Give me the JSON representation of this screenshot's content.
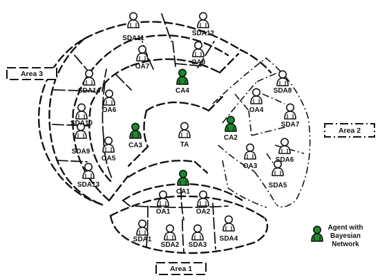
{
  "colors": {
    "agent_plain": "#ffffff",
    "agent_bayesian": "#1e8a2e",
    "stroke": "#111111"
  },
  "center": {
    "label": "TA"
  },
  "areas": [
    {
      "id": "area1",
      "label": "Area 1"
    },
    {
      "id": "area2",
      "label": "Area 2"
    },
    {
      "id": "area3",
      "label": "Area 3"
    }
  ],
  "agents": {
    "ca": [
      {
        "label": "CA1",
        "bayesian": true
      },
      {
        "label": "CA2",
        "bayesian": true
      },
      {
        "label": "CA3",
        "bayesian": true
      },
      {
        "label": "CA4",
        "bayesian": true
      }
    ],
    "oa": [
      {
        "label": "OA1"
      },
      {
        "label": "OA2"
      },
      {
        "label": "OA3"
      },
      {
        "label": "OA4"
      },
      {
        "label": "OA5"
      },
      {
        "label": "OA6"
      },
      {
        "label": "OA7"
      },
      {
        "label": "OA8"
      }
    ],
    "sda": [
      {
        "label": "SDA1"
      },
      {
        "label": "SDA2"
      },
      {
        "label": "SDA3"
      },
      {
        "label": "SDA4"
      },
      {
        "label": "SDA5"
      },
      {
        "label": "SDA6"
      },
      {
        "label": "SDA7"
      },
      {
        "label": "SDA8"
      },
      {
        "label": "SDA9"
      },
      {
        "label": "SDA10"
      },
      {
        "label": "SDA11"
      },
      {
        "label": "SDA12"
      },
      {
        "label": "SDA13"
      },
      {
        "label": "SDA14"
      }
    ]
  },
  "legend": {
    "label_lines": [
      "Agent with",
      "Bayesian",
      "Network"
    ],
    "icon": "person-icon-green"
  }
}
